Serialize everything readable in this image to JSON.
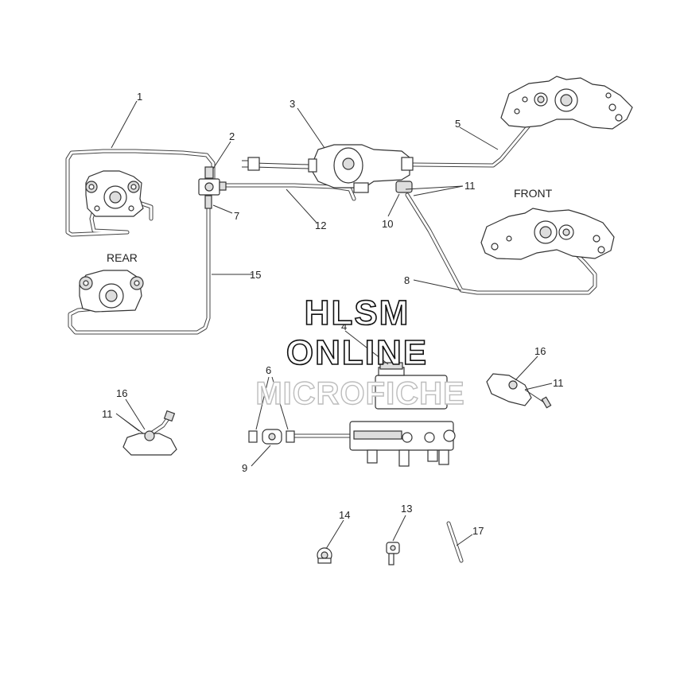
{
  "diagram": {
    "region_labels": {
      "front": "FRONT",
      "rear": "REAR"
    },
    "watermark": {
      "line1": "HLSM",
      "line2": "ONLINE",
      "line3": "MICROFICHE"
    },
    "callouts": {
      "c1": "1",
      "c2": "2",
      "c3": "3",
      "c4": "4",
      "c5": "5",
      "c6": "6",
      "c7": "7",
      "c8": "8",
      "c9": "9",
      "c10": "10",
      "c11a": "11",
      "c11b": "11",
      "c11c": "11",
      "c12": "12",
      "c13": "13",
      "c14": "14",
      "c15": "15",
      "c16a": "16",
      "c16b": "16",
      "c17": "17"
    }
  }
}
